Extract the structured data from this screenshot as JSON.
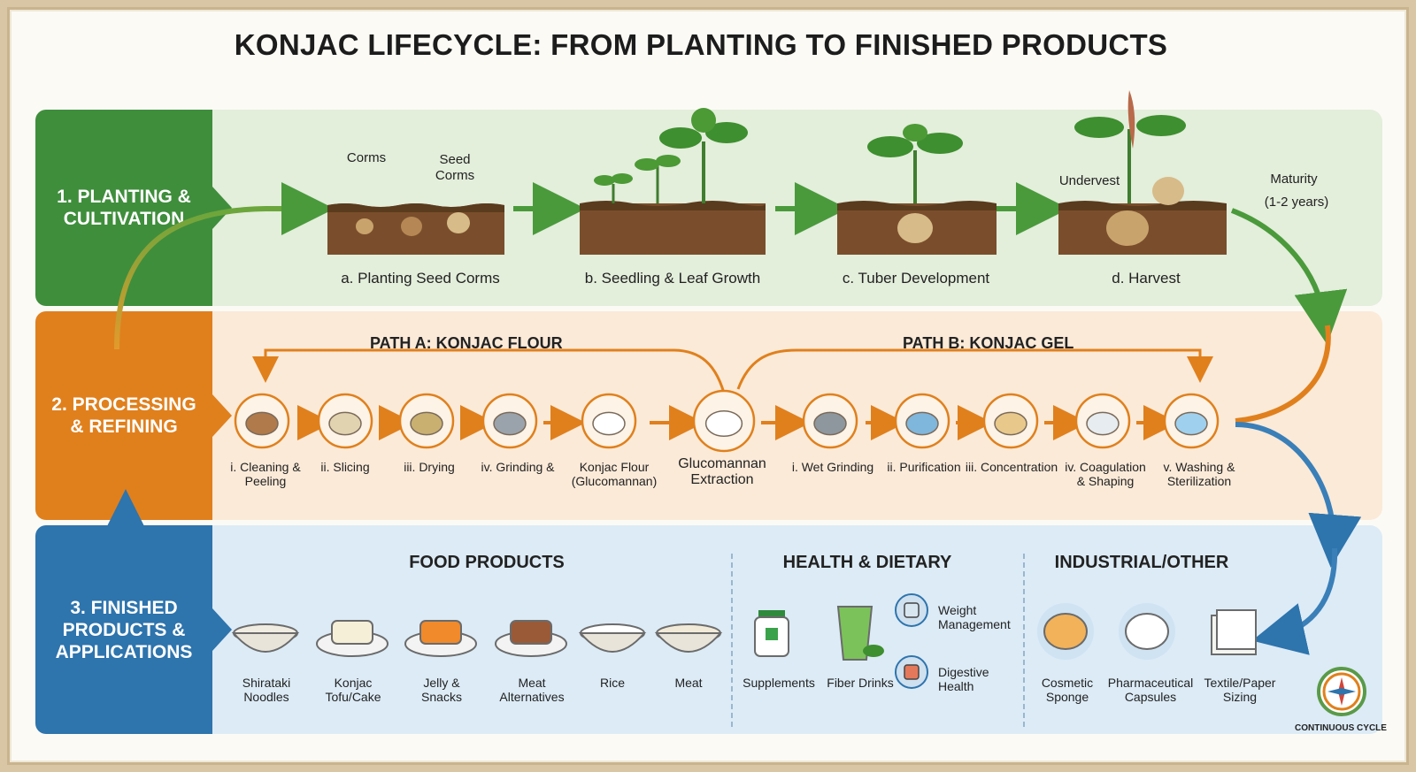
{
  "title": "KONJAC LIFECYCLE: FROM PLANTING TO FINISHED PRODUCTS",
  "sections": {
    "planting": {
      "label": "1. PLANTING &\nCULTIVATION",
      "stages": [
        "a. Planting Seed Corms",
        "b. Seedling & Leaf Growth",
        "c. Tuber Development",
        "d. Harvest"
      ],
      "annotations": {
        "corms": "Corms",
        "seed_corms": "Seed\nCorms",
        "undervest": "Undervest",
        "maturity": "Maturity",
        "maturity_years": "(1-2 years)"
      }
    },
    "processing": {
      "label": "2. PROCESSING\n& REFINING",
      "path_a": "PATH A: KONJAC FLOUR",
      "path_b": "PATH B: KONJAC GEL",
      "steps": [
        "i. Cleaning &\nPeeling",
        "ii. Slicing",
        "iii. Drying",
        "iv. Grinding &",
        "Konjac Flour\n(Glucomannan)",
        "Glucomannan\nExtraction",
        "i. Wet Grinding",
        "ii. Purification",
        "iii. Concentration",
        "iv. Coagulation\n& Shaping",
        "v. Washing &\nSterilization"
      ]
    },
    "finished": {
      "label": "3. FINISHED\nPRODUCTS &\nAPPLICATIONS",
      "categories": [
        "FOOD PRODUCTS",
        "HEALTH & DIETARY",
        "INDUSTRIAL/OTHER"
      ],
      "food": [
        "Shirataki\nNoodles",
        "Konjac\nTofu/Cake",
        "Jelly &\nSnacks",
        "Meat\nAlternatives",
        "Rice",
        "Meat"
      ],
      "health": [
        "Supplements",
        "Fiber Drinks",
        "Weight\nManagement",
        "Digestive\nHealth"
      ],
      "industrial": [
        "Cosmetic\nSponge",
        "Pharmaceutical\nCapsules",
        "Textile/Paper\nSizing"
      ],
      "footer": "CONTINUOUS CYCLE"
    }
  },
  "colors": {
    "green": "#3f8e3c",
    "orange": "#e0801d",
    "blue": "#2e74ad"
  }
}
